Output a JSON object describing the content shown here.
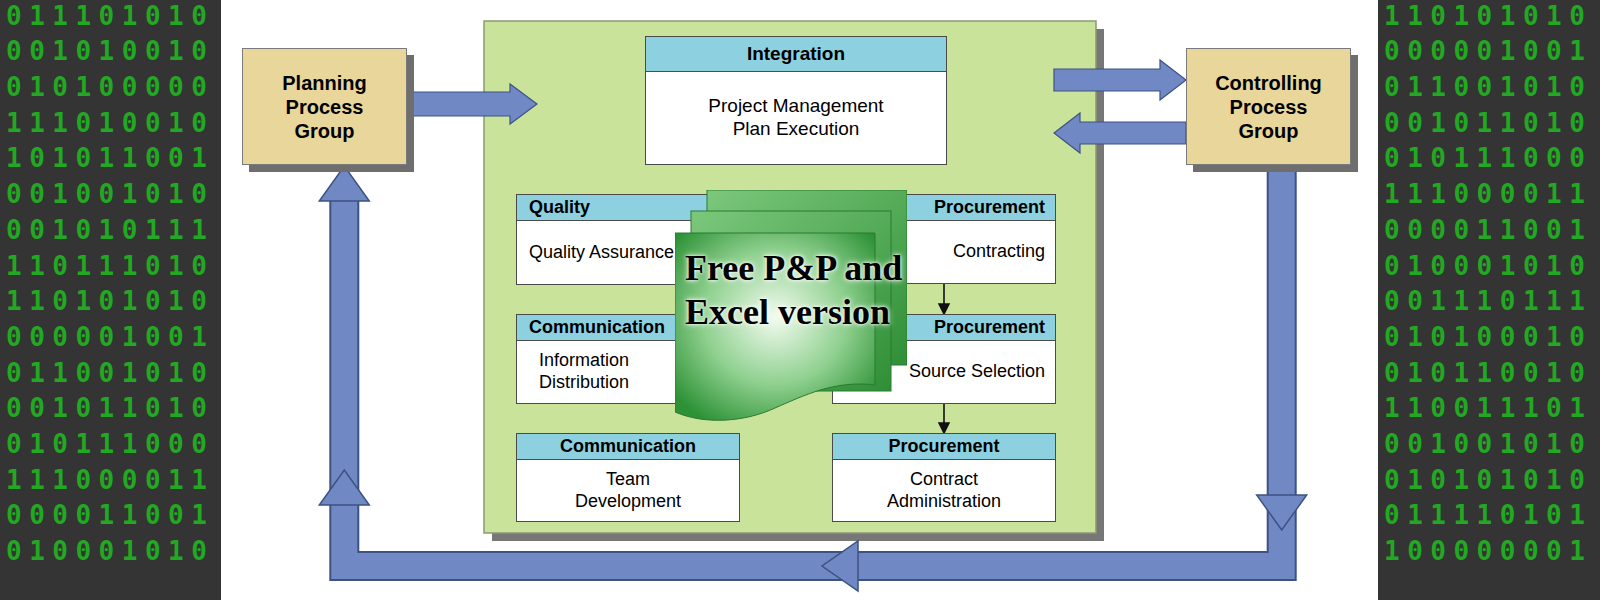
{
  "diagram": {
    "nodes": [
      {
        "text": [
          "Planning Process Group"
        ]
      },
      {
        "text": [
          "Integration",
          "Project Management Plan Execution"
        ]
      },
      {
        "text": [
          "Quality",
          "Quality Assurance"
        ]
      },
      {
        "text": [
          "Procurement",
          "Contracting"
        ]
      },
      {
        "text": [
          "Communication",
          "Information Distribution"
        ]
      },
      {
        "text": [
          "Procurement",
          "Source Selection"
        ]
      },
      {
        "text": [
          "Communication",
          "Team Development"
        ]
      },
      {
        "text": [
          "Procurement",
          "Contract Administration"
        ]
      },
      {
        "text": [
          "Free P&P and Excel version"
        ]
      },
      {
        "text": [
          "Controlling Process Group"
        ]
      }
    ],
    "edges": [
      {
        "from": 3,
        "to": 5,
        "arrow": "to"
      },
      {
        "from": 5,
        "to": 7,
        "arrow": "to"
      },
      {
        "from": 9,
        "to": 0,
        "arrow": "to"
      }
    ],
    "labels": [
      "011101010",
      "001010010",
      "010100000",
      "111010010",
      "101011001",
      "001001010",
      "001010111",
      "110111010",
      "110101010",
      "000001001",
      "011001010",
      "001011010",
      "010111000",
      "111000011",
      "000011001",
      "010001010",
      "110101010",
      "000001001",
      "011001010",
      "001011010",
      "010111000",
      "111000011",
      "000011001",
      "010001010",
      "001110111",
      "010100010",
      "010110010",
      "110011101",
      "001001010",
      "010101010",
      "011110101",
      "100000001"
    ]
  }
}
